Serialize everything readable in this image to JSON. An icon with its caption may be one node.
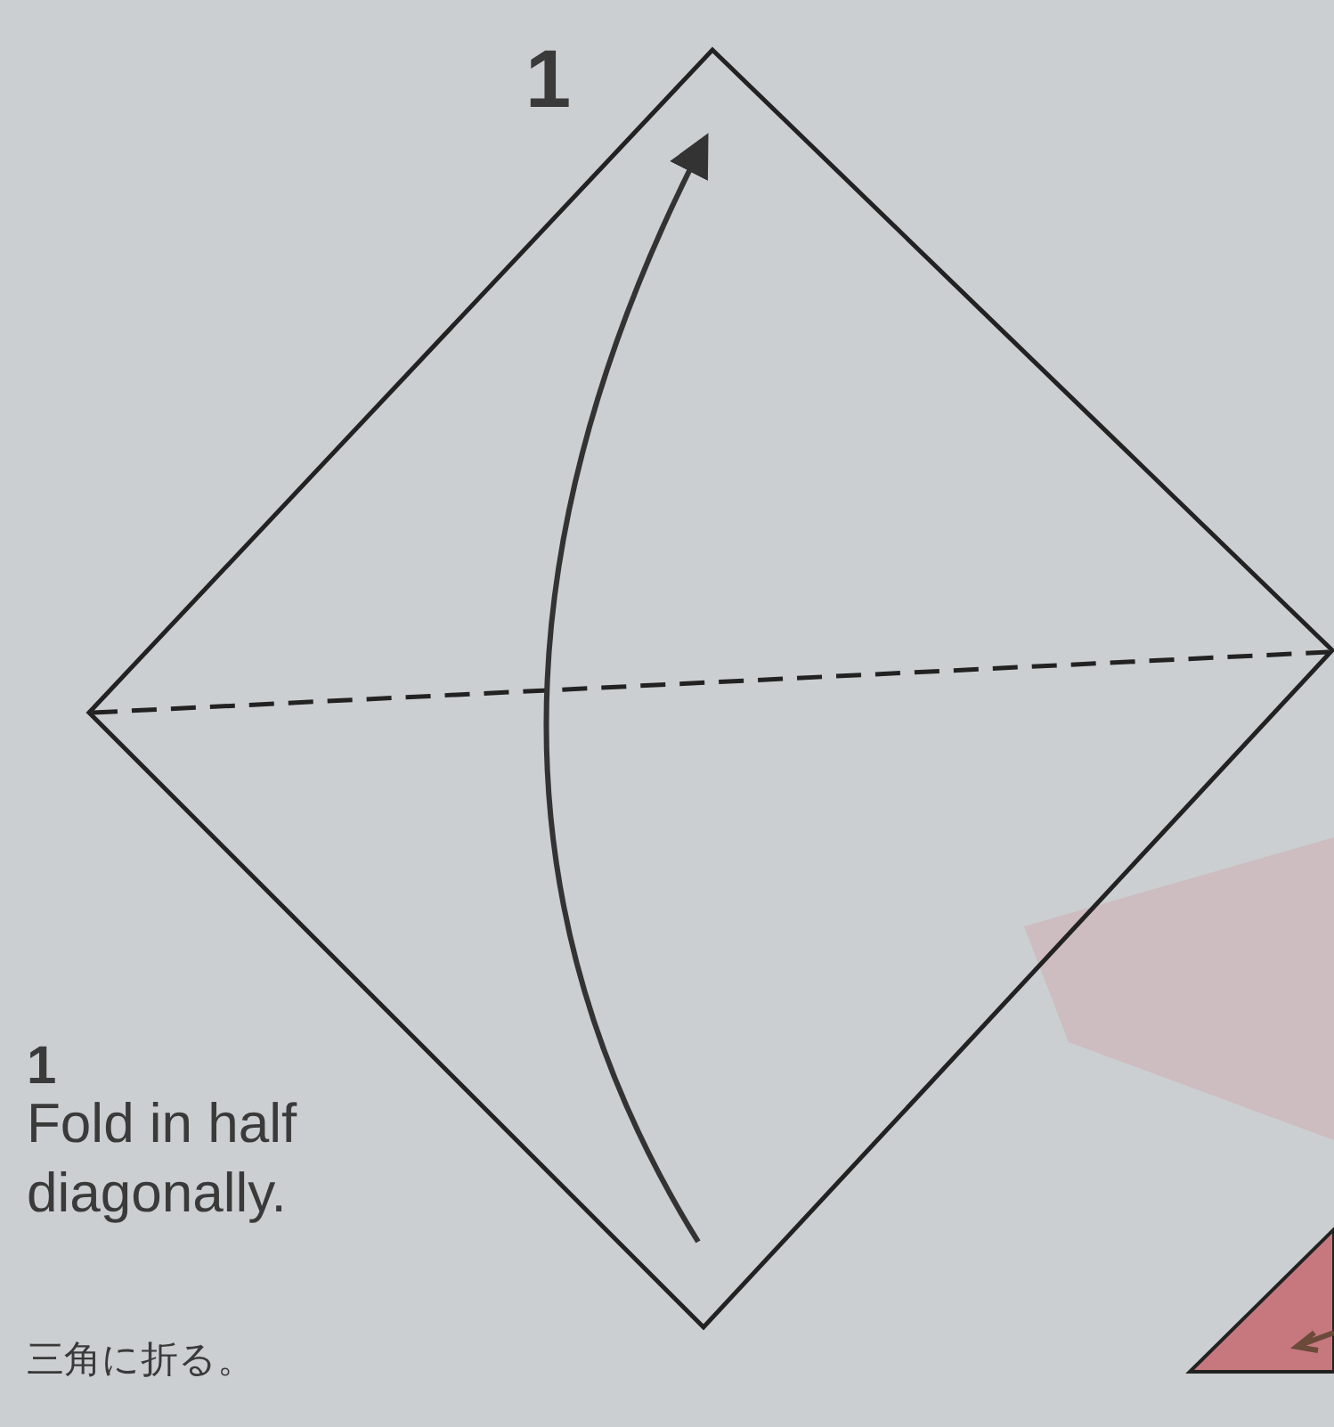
{
  "diagram": {
    "labels": [
      "1",
      "1",
      "Fold in half diagonally.",
      "三角に折る。"
    ]
  }
}
